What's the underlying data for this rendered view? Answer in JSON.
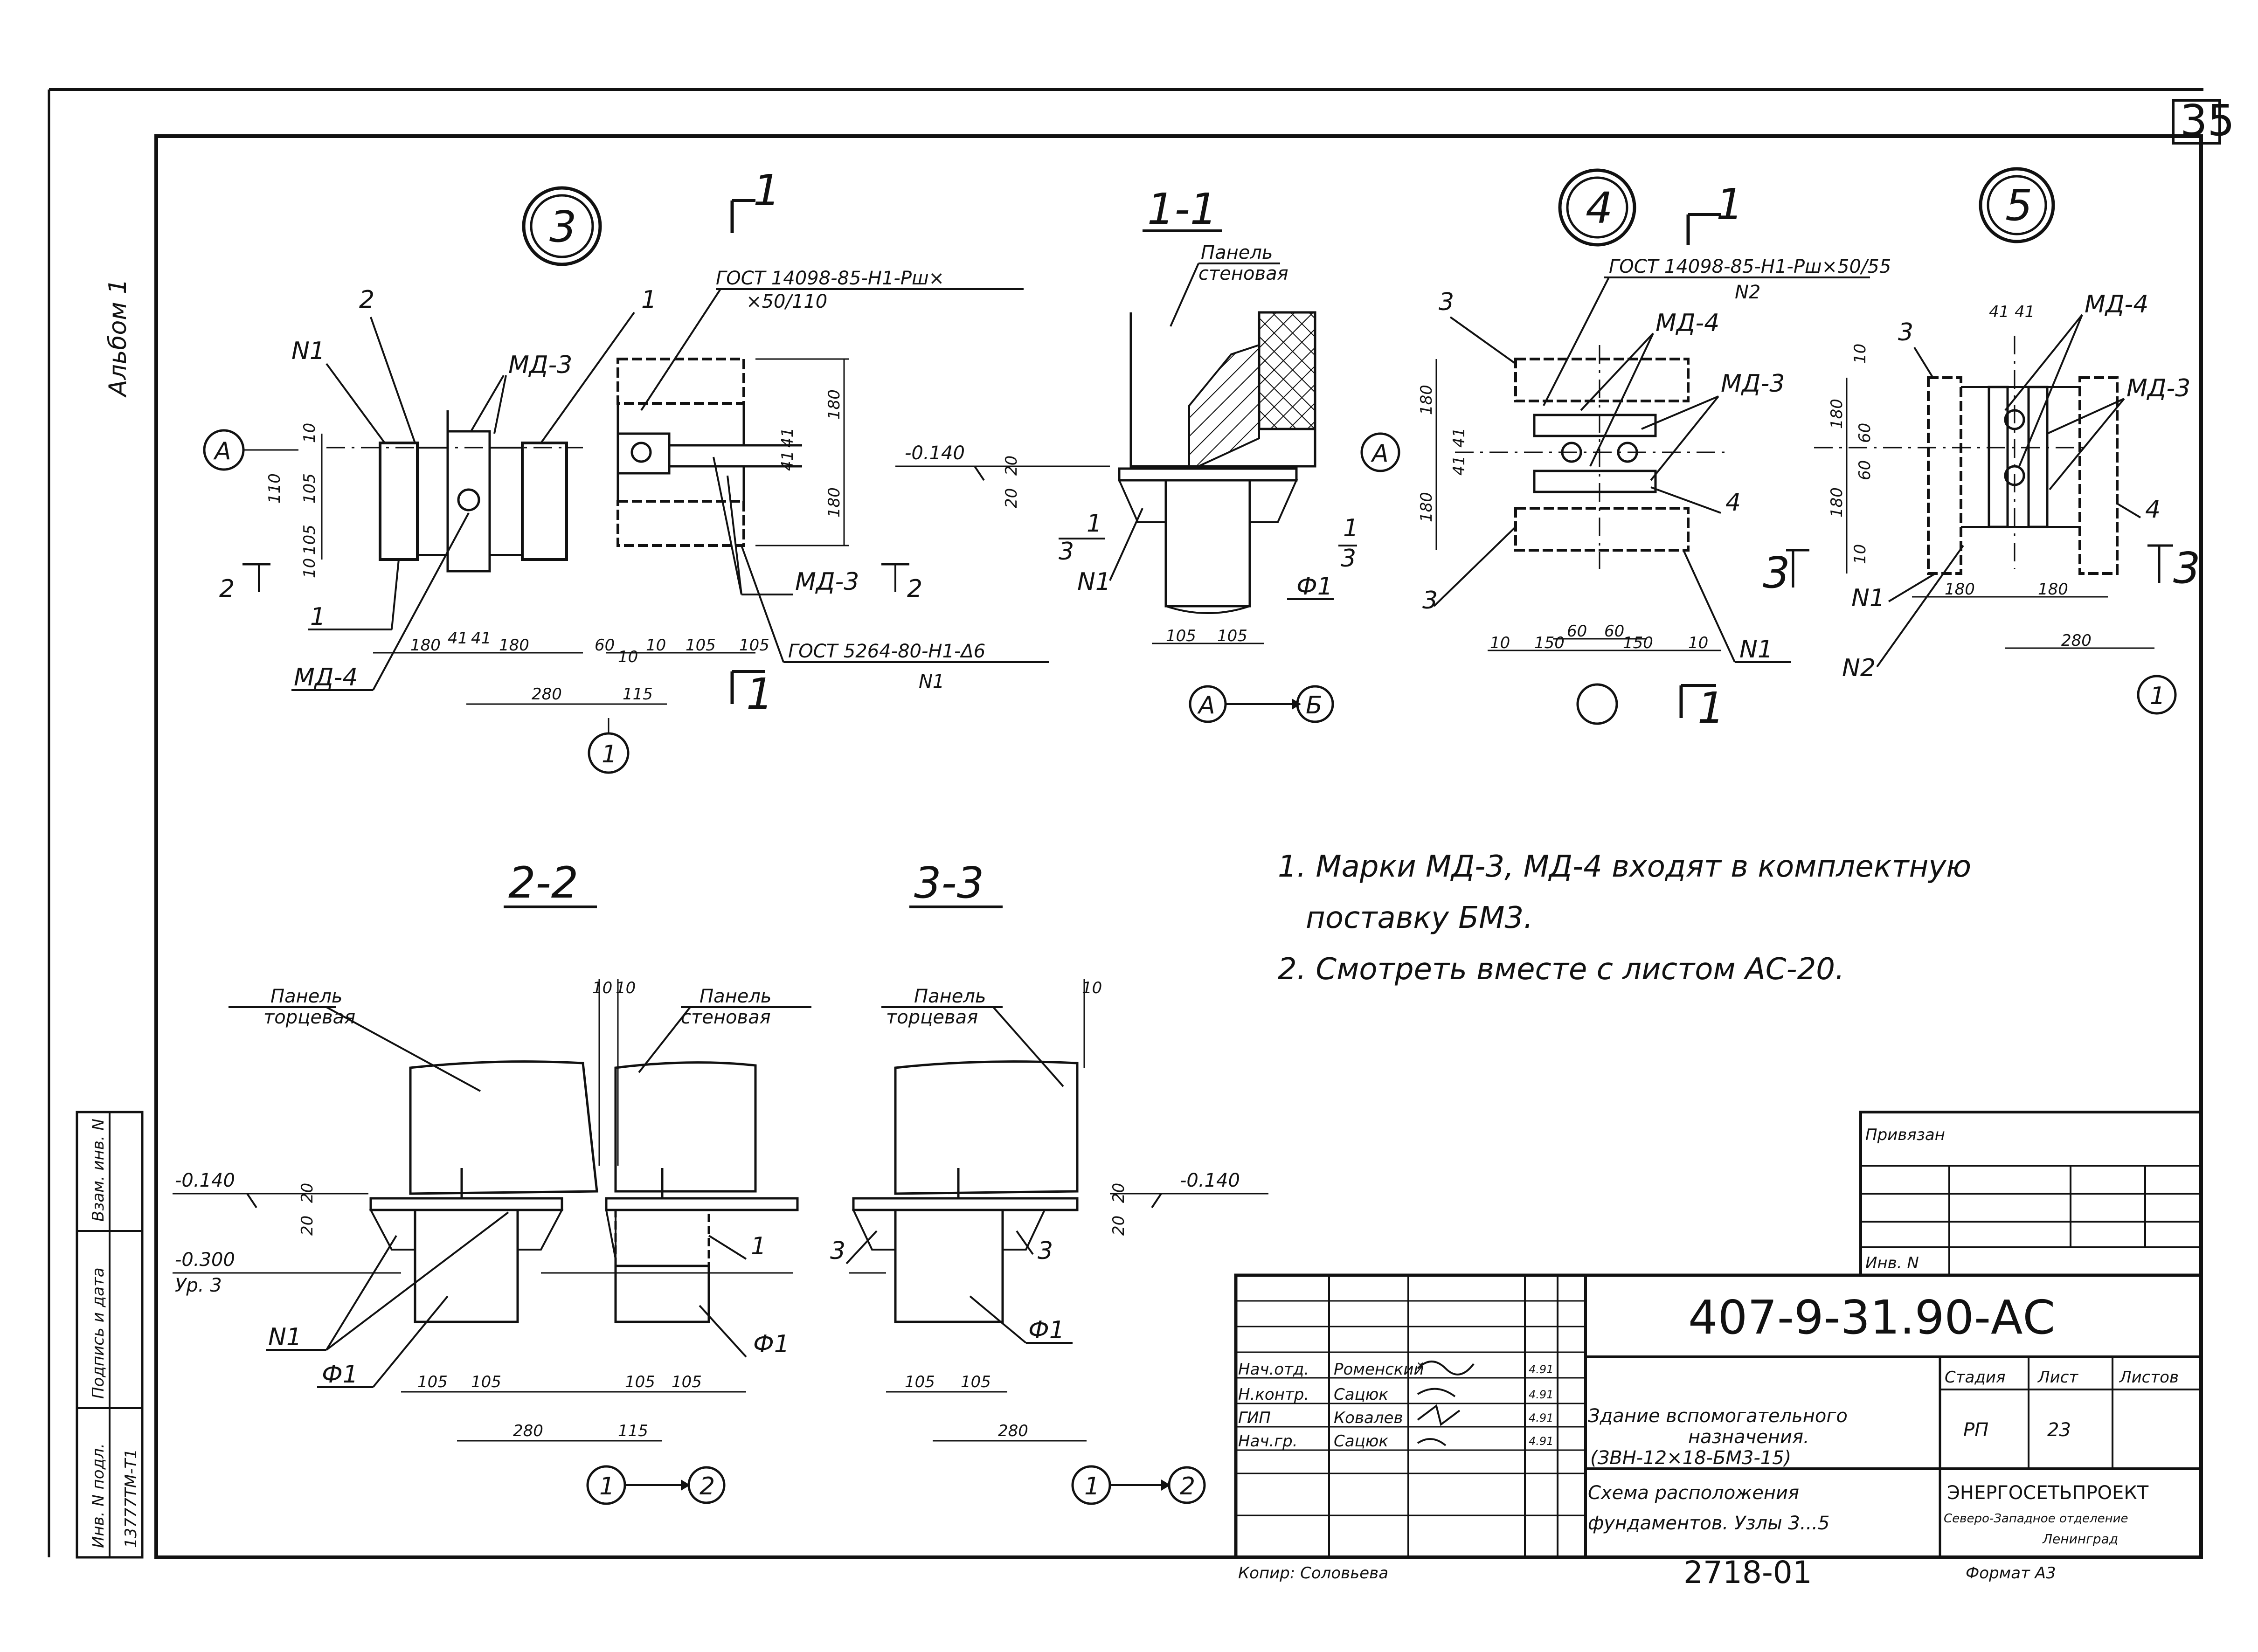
{
  "sheet": {
    "page_number": "35",
    "left_strip": {
      "album": "Альбом 1",
      "inv_no": "Инв. N подл.",
      "signature_date": "Подпись и дата",
      "replaced_inv": "Взам. инв. N",
      "inv_code": "13777ТМ-Т1"
    }
  },
  "node3": {
    "label": "3",
    "gost_top": "ГОСТ 14098-85-Н1-Рш×",
    "gost_top2": "×50/110",
    "gost_bottom": "ГОСТ 5264-80-Н1-Δ6",
    "n1_bottom": "N1",
    "marks": [
      "2",
      "1",
      "N1",
      "МД-3",
      "МД-3",
      "МД-4",
      "1"
    ],
    "axis_a": "А",
    "axis_1": "1",
    "dims": [
      "10",
      "105",
      "105",
      "10",
      "41",
      "41",
      "180",
      "180",
      "280",
      "115",
      "60",
      "10",
      "105",
      "105",
      "10",
      "180",
      "180",
      "41",
      "41",
      "110"
    ],
    "cut_1": "1",
    "cut_2": "2"
  },
  "section11": {
    "title": "1-1",
    "panel": "Панель",
    "panel2": "стеновая",
    "level": "-0.140",
    "n1": "N1",
    "f1": "Ф1",
    "frac_a": "1",
    "frac_b": "3",
    "dims": [
      "105",
      "105",
      "20",
      "20",
      "1"
    ],
    "axis_a": "А",
    "axis_b": "Б"
  },
  "node4": {
    "label": "4",
    "gost": "ГОСТ 14098-85-Н1-Рш×50/55",
    "n2": "N2",
    "marks": [
      "3",
      "МД-4",
      "МД-3",
      "3",
      "4",
      "N1"
    ],
    "axis_a": "А",
    "dims": [
      "180",
      "41",
      "41",
      "180",
      "60",
      "60",
      "10",
      "150",
      "150",
      "10"
    ],
    "cut_1": "1"
  },
  "node5": {
    "label": "5",
    "marks": [
      "3",
      "МД-4",
      "МД-3",
      "4",
      "N1",
      "N2"
    ],
    "dims": [
      "41",
      "41",
      "10",
      "180",
      "60",
      "60",
      "180",
      "10",
      "180",
      "180",
      "280"
    ],
    "axis_1": "1",
    "cut_3": "3"
  },
  "notes": {
    "n1": "1. Марки МД-3, МД-4 входят в комплектную",
    "n1b": "поставку БМ3.",
    "n2": "2. Смотреть вместе с листом АС-20."
  },
  "section22": {
    "title": "2-2",
    "panel_left": "Панель",
    "panel_left2": "торцевая",
    "panel_right": "Панель",
    "panel_right2": "стеновая",
    "level_a": "-0.140",
    "level_b": "-0.300",
    "level_b_label": "Ур. 3",
    "n1": "N1",
    "f1a": "Ф1",
    "f1b": "Ф1",
    "dims": [
      "10",
      "10",
      "20",
      "20",
      "105",
      "105",
      "105",
      "105",
      "280",
      "115",
      "1"
    ],
    "axis_1": "1",
    "axis_2": "2"
  },
  "section33": {
    "title": "3-3",
    "panel": "Панель",
    "panel2": "торцевая",
    "level": "-0.140",
    "marks": [
      "3",
      "3"
    ],
    "f1": "Ф1",
    "dims": [
      "10",
      "20",
      "20",
      "105",
      "105",
      "280"
    ],
    "axis_1": "1",
    "axis_2": "2"
  },
  "stamp": {
    "attached": "Привязан",
    "inv_no": "Инв. N",
    "code": "407-9-31.90-АС",
    "roles": [
      "Нач.отд.",
      "Н.контр.",
      "ГИП",
      "Нач.гр."
    ],
    "names": [
      "Роменский",
      "Сацюк",
      "Ковалев",
      "Сацюк"
    ],
    "dates": [
      "4.91",
      "4.91",
      "4.91",
      "4.91"
    ],
    "building": "Здание вспомогательного",
    "building2": "назначения.",
    "building3": "(ЗВН-12×18-БМ3-15)",
    "stage_h": "Стадия",
    "sheet_h": "Лист",
    "sheets_h": "Листов",
    "stage": "РП",
    "sheet_no": "23",
    "drawing_title": "Схема расположения",
    "drawing_title2": "фундаментов. Узлы 3...5",
    "org": "ЭНЕРГОСЕТЬПРОЕКТ",
    "org2": "Северо-Западное отделение",
    "org3": "Ленинград",
    "copied": "Копир: Соловьева",
    "order": "2718-01",
    "format": "Формат А3"
  }
}
